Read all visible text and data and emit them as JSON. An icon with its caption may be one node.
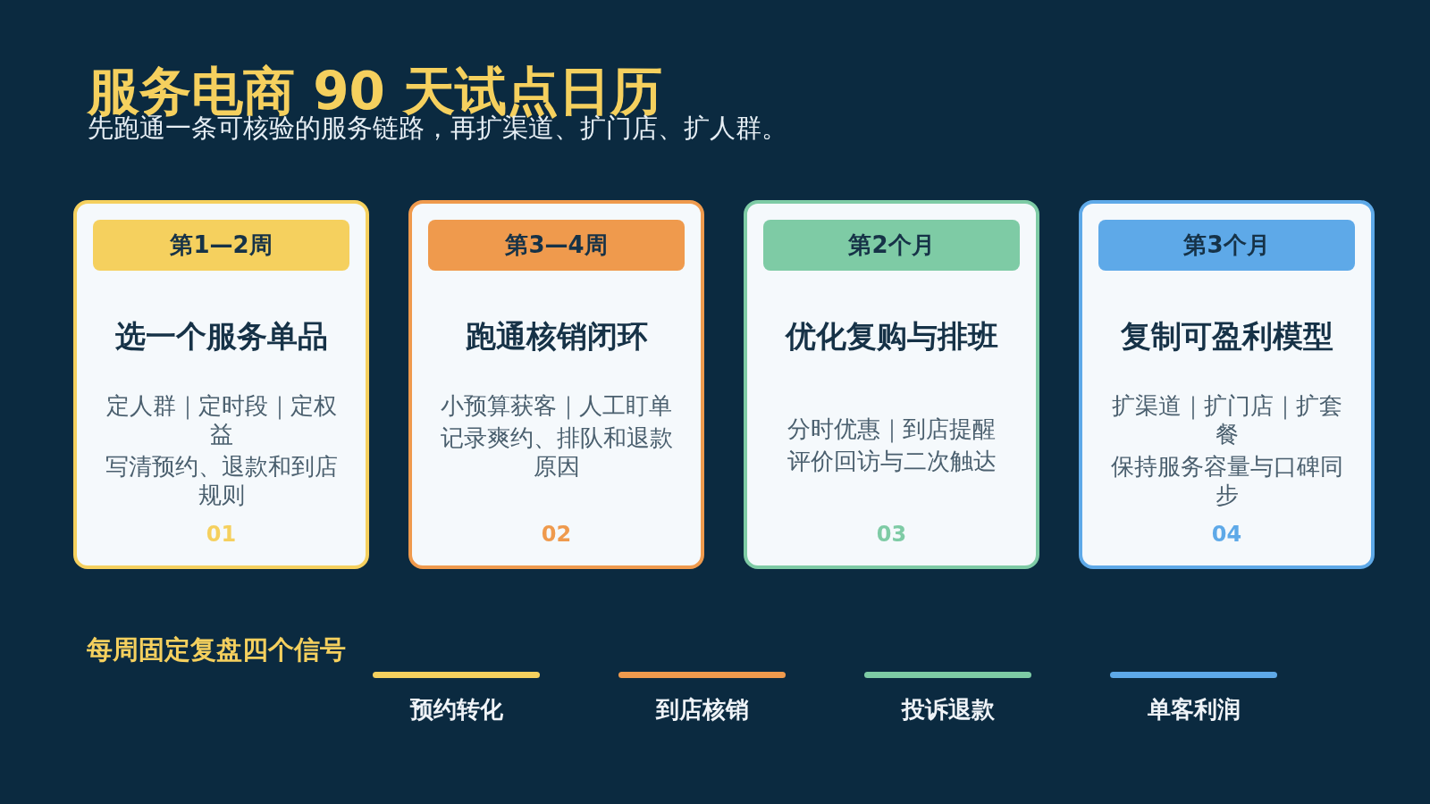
{
  "diagram": {
    "title": "服务电商 90 天试点日历",
    "caption": "先跑通一条可核验的服务链路，再扩渠道、扩门店、扩人群。",
    "nodes": [
      {
        "text": [
          "第1—2周",
          "选一个服务单品",
          "定人群｜定时段｜定权益",
          "写清预约、退款和到店规则",
          "01"
        ]
      },
      {
        "text": [
          "第3—4周",
          "跑通核销闭环",
          "小预算获客｜人工盯单",
          "记录爽约、排队和退款原因",
          "02"
        ]
      },
      {
        "text": [
          "第2个月",
          "优化复购与排班",
          "分时优惠｜到店提醒",
          "评价回访与二次触达",
          "03"
        ]
      },
      {
        "text": [
          "第3个月",
          "复制可盈利模型",
          "扩渠道｜扩门店｜扩套餐",
          "保持服务容量与口碑同步",
          "04"
        ]
      }
    ],
    "edges": [],
    "labels": [
      "每周固定复盘四个信号"
    ],
    "legend": [
      {
        "text": "预约转化",
        "color": "#f5d05e"
      },
      {
        "text": "到店核销",
        "color": "#ef9a4d"
      },
      {
        "text": "投诉退款",
        "color": "#7ecba5"
      },
      {
        "text": "单客利润",
        "color": "#5ea9e8"
      }
    ]
  }
}
